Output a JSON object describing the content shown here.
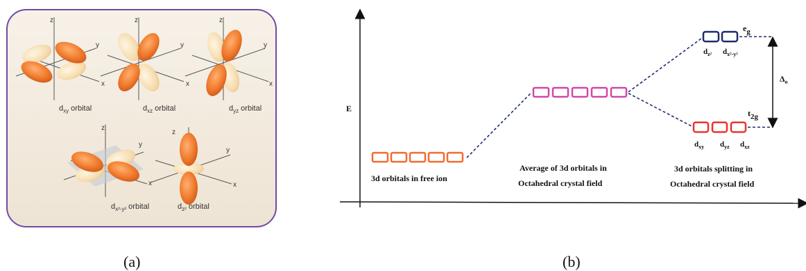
{
  "panel_a": {
    "caption": "(a)",
    "orbitals": [
      {
        "label": "d",
        "sub": "xy",
        "suffix": " orbital"
      },
      {
        "label": "d",
        "sub": "xz",
        "suffix": " orbital"
      },
      {
        "label": "d",
        "sub": "yz",
        "suffix": " orbital"
      },
      {
        "label": "d",
        "sub": "x²-y²",
        "suffix": " orbital"
      },
      {
        "label": "d",
        "sub": "z²",
        "suffix": " orbital"
      }
    ],
    "axis_labels": {
      "x": "x",
      "y": "y",
      "z": "z"
    },
    "colors": {
      "lobe_dark": "#f07a2c",
      "lobe_light": "#f6dcae",
      "frame": "#6f4aa6",
      "bg": "#f4ecdf"
    }
  },
  "panel_b": {
    "caption": "(b)",
    "energy_axis_label": "E",
    "free_ion_label": "3d orbitals in free ion",
    "average_label": [
      "Average of 3d orbitals in",
      "Octahedral crystal field"
    ],
    "splitting_label": [
      "3d orbitals splitting in",
      "Octahedral crystal field"
    ],
    "eg": {
      "label": "e",
      "sub": "g",
      "orbitals": [
        {
          "label": "d",
          "sub": "z²"
        },
        {
          "label": "d",
          "sub": "x²-y²"
        }
      ]
    },
    "t2g": {
      "label": "t",
      "sub": "2g",
      "orbitals": [
        {
          "label": "d",
          "sub": "xy"
        },
        {
          "label": "d",
          "sub": "yz"
        },
        {
          "label": "d",
          "sub": "xz"
        }
      ]
    },
    "delta": {
      "label": "Δ",
      "sub": "o"
    },
    "colors": {
      "free_ion": "#f26a2e",
      "average": "#d147a8",
      "eg": "#1f2a6b",
      "t2g": "#e8322c",
      "connector": "#1f2a6b"
    }
  }
}
